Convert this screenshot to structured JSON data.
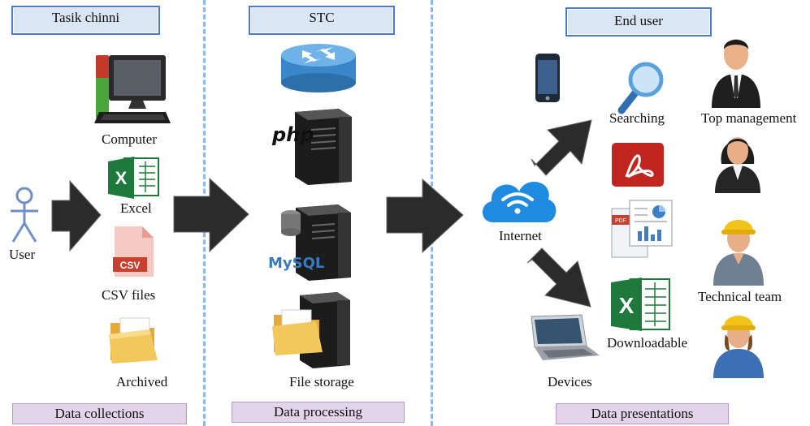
{
  "columns": {
    "collection": {
      "header": "Tasik chinni",
      "footer": "Data collections",
      "source_label": "User",
      "items": [
        "Computer",
        "Excel",
        "CSV files",
        "Archived"
      ]
    },
    "processing": {
      "header": "STC",
      "footer": "Data processing",
      "items": [
        "File storage"
      ],
      "logos": {
        "php": "php",
        "mysql": "MySQL"
      }
    },
    "presentation": {
      "header": "End user",
      "footer": "Data presentations",
      "network_label": "Internet",
      "devices_label": "Devices",
      "outputs": [
        "Searching",
        "Downloadable"
      ],
      "users": [
        "Top management",
        "Technical team"
      ]
    }
  },
  "icon_text": {
    "excel": "X",
    "csv": "CSV",
    "pdf": "PDF"
  },
  "colors": {
    "header_fill": "#dbe6f5",
    "header_border": "#4a7bd0",
    "footer_fill": "#e3d4ea",
    "divider": "#8fb7ea",
    "arrow": "#2b2b2b"
  }
}
